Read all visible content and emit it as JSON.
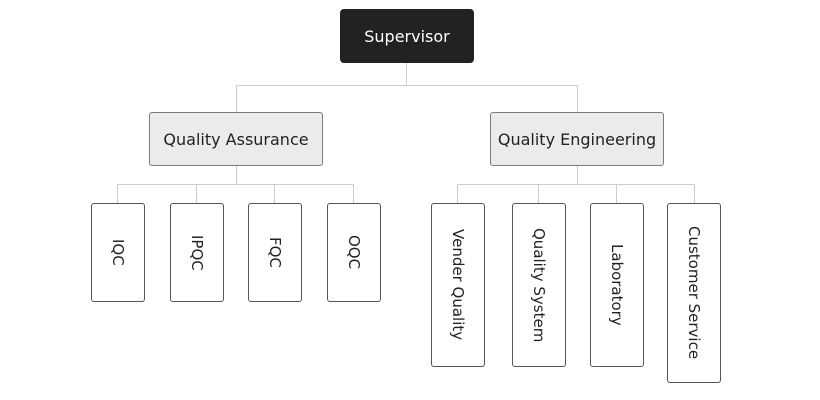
{
  "diagram": {
    "root": {
      "label": "Supervisor"
    },
    "branches": [
      {
        "label": "Quality Assurance",
        "children": [
          "IQC",
          "IPQC",
          "FQC",
          "OQC"
        ]
      },
      {
        "label": "Quality Engineering",
        "children": [
          "Vender Quality",
          "Quality System",
          "Laboratory",
          "Customer Service"
        ]
      }
    ]
  },
  "colors": {
    "root_fill": "#222222",
    "root_text": "#ffffff",
    "branch_fill": "#ebebeb",
    "connector": "#cccccc"
  }
}
